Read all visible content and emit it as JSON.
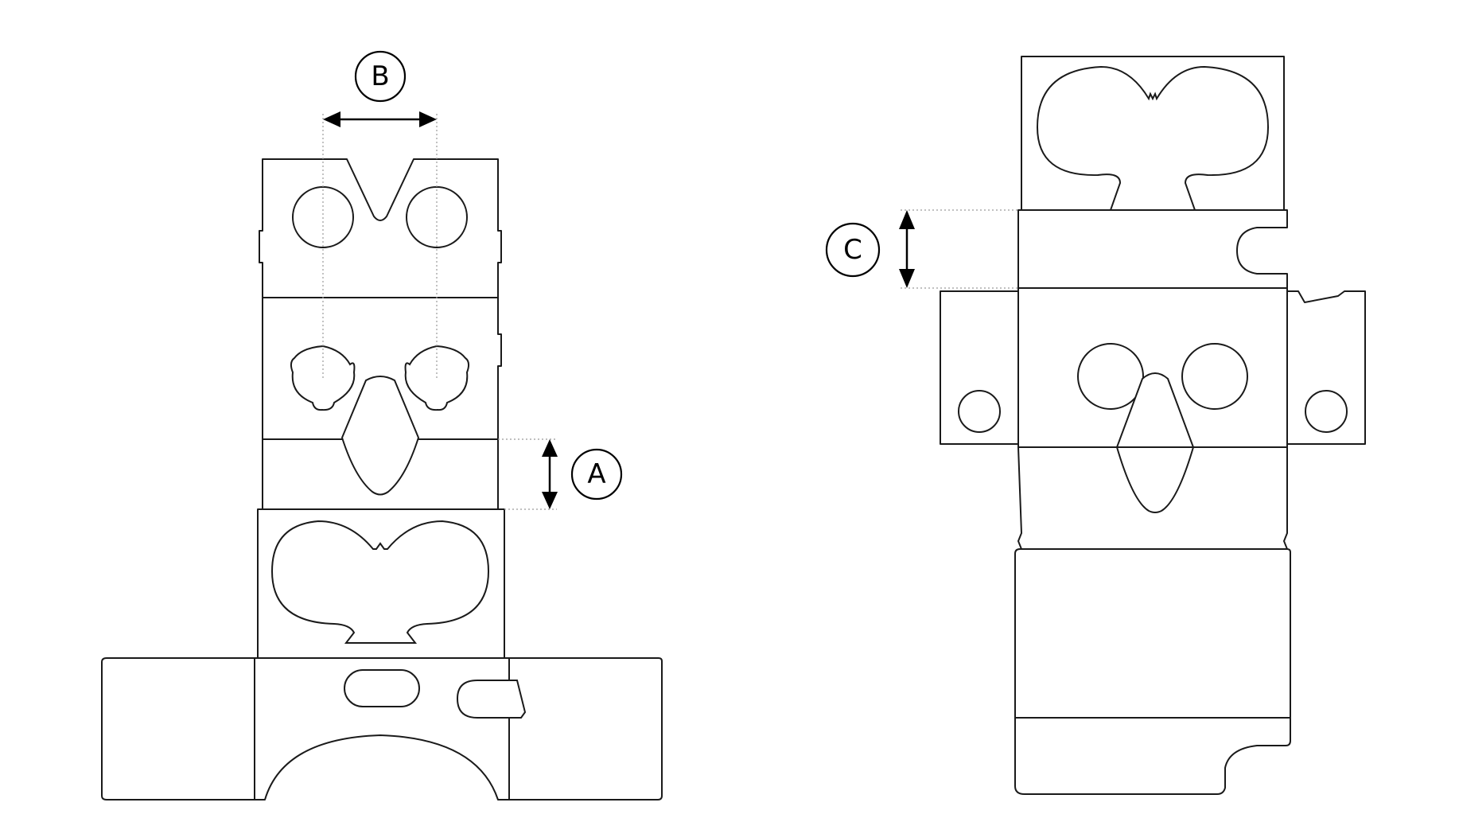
{
  "diagram": {
    "callouts": {
      "a": "A",
      "b": "B",
      "c": "C"
    },
    "colors": {
      "line": "#1a1a1a",
      "guide": "#9a9a9a",
      "background": "#ffffff"
    }
  }
}
